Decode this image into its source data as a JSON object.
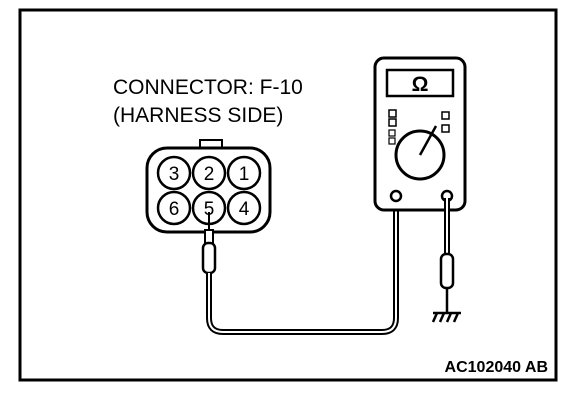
{
  "connector": {
    "title": "CONNECTOR: F-10",
    "subtitle": "(HARNESS SIDE)",
    "pins_top": [
      "3",
      "2",
      "1"
    ],
    "pins_bottom": [
      "6",
      "5",
      "4"
    ],
    "probed_pin": "5"
  },
  "meter": {
    "unit_symbol": "Ω"
  },
  "figure_code": "AC102040 AB",
  "colors": {
    "ink": "#000000",
    "background": "#ffffff"
  }
}
